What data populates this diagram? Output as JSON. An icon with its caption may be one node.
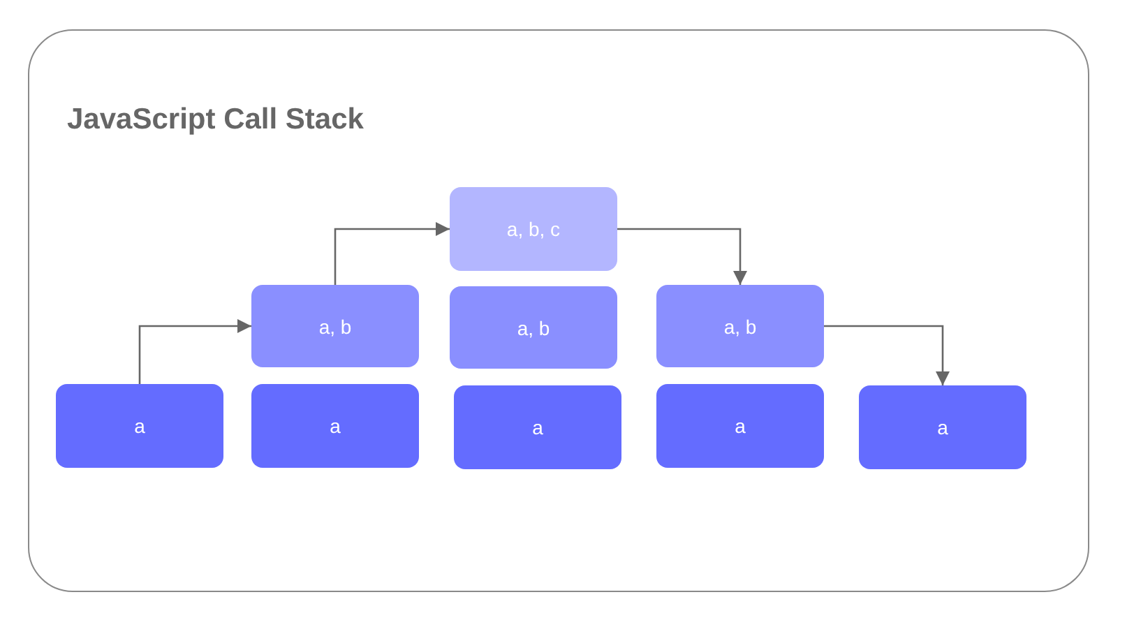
{
  "diagram": {
    "title": "JavaScript Call Stack",
    "nodes": [
      {
        "text": [
          "a, b, c"
        ]
      },
      {
        "text": [
          "a, b"
        ]
      },
      {
        "text": [
          "a, b"
        ]
      },
      {
        "text": [
          "a, b"
        ]
      },
      {
        "text": [
          "a"
        ]
      },
      {
        "text": [
          "a"
        ]
      },
      {
        "text": [
          "a"
        ]
      },
      {
        "text": [
          "a"
        ]
      },
      {
        "text": [
          "a"
        ]
      }
    ],
    "edges": [
      {
        "from": 4,
        "to": 1,
        "arrow": "to"
      },
      {
        "from": 1,
        "to": 0,
        "arrow": "to"
      },
      {
        "from": 0,
        "to": 3,
        "arrow": "to"
      },
      {
        "from": 3,
        "to": 8,
        "arrow": "to"
      }
    ]
  }
}
